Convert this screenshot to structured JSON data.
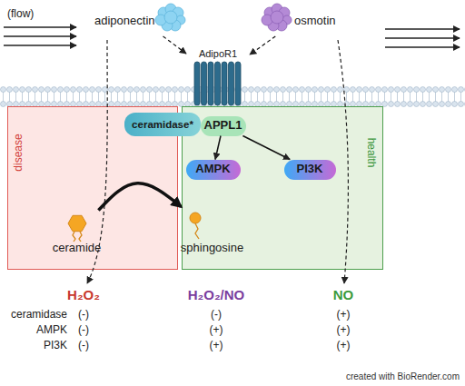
{
  "diagram": {
    "nodes": [
      {
        "text": [
          "adiponectin"
        ]
      },
      {
        "text": [
          "osmotin"
        ]
      },
      {
        "text": [
          "AdipoR1"
        ]
      },
      {
        "text": [
          "disease"
        ]
      },
      {
        "text": [
          "health"
        ]
      },
      {
        "text": [
          "ceramidase*"
        ]
      },
      {
        "text": [
          "APPL1"
        ],
        "in": 4
      },
      {
        "text": [
          "AMPK"
        ],
        "in": 4
      },
      {
        "text": [
          "PI3K"
        ],
        "in": 4
      },
      {
        "text": [
          "ceramide"
        ],
        "in": 3
      },
      {
        "text": [
          "sphingosine"
        ],
        "in": 4
      }
    ],
    "edges": [
      {
        "from": 0,
        "to": 2,
        "arrow": "to"
      },
      {
        "from": 1,
        "to": 2,
        "arrow": "to"
      },
      {
        "from": 6,
        "to": 7,
        "arrow": "to"
      },
      {
        "from": 6,
        "to": 8,
        "arrow": "to"
      },
      {
        "from": 9,
        "to": 10,
        "arrow": "to"
      }
    ],
    "labels": [
      "(flow)",
      "H₂O₂",
      "H₂O₂/NO",
      "NO",
      "ceramidase",
      "(-)",
      "(-)",
      "(+)",
      "AMPK",
      "(-)",
      "(+)",
      "(+)",
      "PI3K",
      "(-)",
      "(+)",
      "(+)",
      "created with BioRender.com"
    ]
  }
}
